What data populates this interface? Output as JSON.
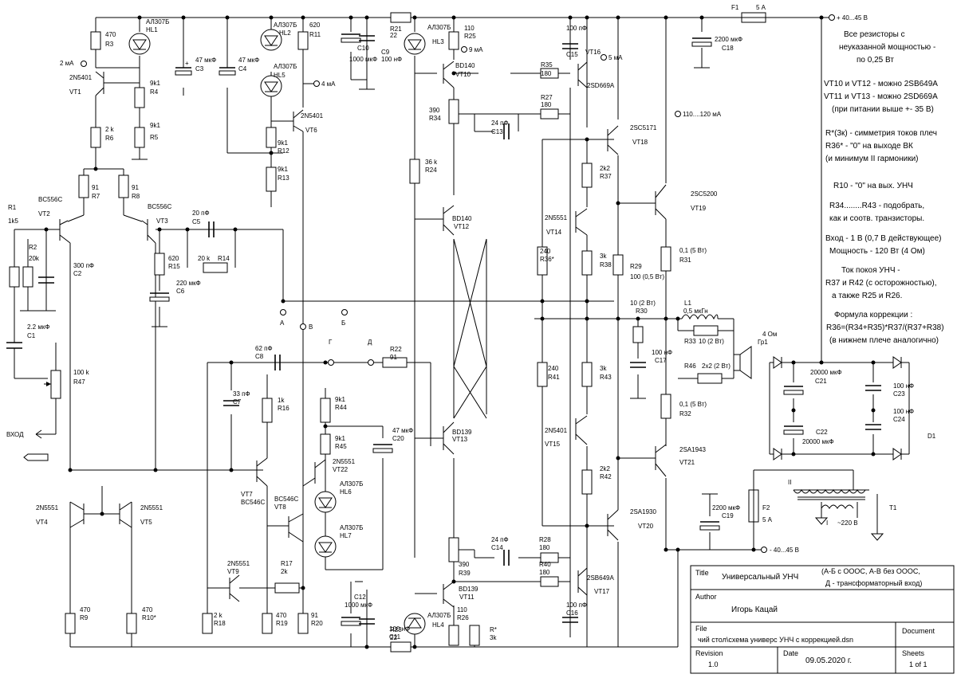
{
  "notes": [
    "Все резисторы с",
    "неуказанной мощностью -",
    "по 0,25 Вт",
    "VT10 и VT12 - можно 2SB649A",
    "VT11 и VT13 - можно 2SD669A",
    "(при питании выше +- 35 В)",
    "R*(3к) - симметрия токов плеч",
    "R36* - \"0\" на выходе ВК",
    "(и минимум II гармоники)",
    "R10 - \"0\" на вых. УНЧ",
    "R34........R43 - подобрать,",
    "как и соотв. транзисторы.",
    "Вход - 1 В (0,7 В действующее)",
    "Мощность - 120 Вт (4 Ом)",
    "Ток покоя УНЧ -",
    "R37 и R42 (с осторожностью),",
    "а также R25 и R26.",
    "Формула коррекции :",
    "R36=(R34+R35)*R37/(R37+R38)",
    "(в нижнем плече аналогично)"
  ],
  "title_block": {
    "title_label": "Title",
    "title_value": "Универсальный УНЧ",
    "title_note_1": "(А-Б с ОООС, А-В без ОООС,",
    "title_note_2": "Д - трансформаторный вход)",
    "author_label": "Author",
    "author_value": "Игорь Кацай",
    "file_label": "File",
    "file_value": "чий стол\\схема универс УНЧ с коррекцией.dsn",
    "document_label": "Document",
    "revision_label": "Revision",
    "revision_value": "1.0",
    "date_label": "Date",
    "date_value": "09.05.2020 г.",
    "sheets_label": "Sheets",
    "sheets_value": "1 of 1"
  },
  "power": {
    "pos_rail": "+ 40...45 В",
    "neg_rail": "- 40...45 В",
    "fuse_top": "F1",
    "fuse_top_value": "5 А",
    "fuse_bottom": "F2",
    "fuse_bottom_value": "5 А",
    "mains": "~220 В",
    "winding_1": "I",
    "winding_2": "II",
    "transformer": "T1",
    "bridge": "D1"
  },
  "annotations": {
    "i_2ma": "2 мА",
    "i_4ma": "4 мА",
    "i_9ma": "9 мА",
    "i_5ma": "5 мА",
    "i_out": "110....120 мА",
    "input": "ВХОД",
    "pt_a": "А",
    "pt_b": "Б",
    "pt_v": "В",
    "pt_g": "Г",
    "pt_d": "Д",
    "speaker": "4 Ом",
    "speaker_ref": "Гр1",
    "coil": "L1",
    "coil_value": "0,5 мкГн"
  },
  "components": {
    "vt1": [
      "2N5401",
      "VT1"
    ],
    "vt2": [
      "BC556C",
      "VT2"
    ],
    "vt3": [
      "BC556C",
      "VT3"
    ],
    "vt4": [
      "2N5551",
      "VT4"
    ],
    "vt5": [
      "2N5551",
      "VT5"
    ],
    "vt6": [
      "2N5401",
      "VT6"
    ],
    "vt7": [
      "VT7",
      "BC546C"
    ],
    "vt8": [
      "BC546C",
      "VT8"
    ],
    "vt9": [
      "2N5551",
      "VT9"
    ],
    "vt10": [
      "BD140",
      "VT10"
    ],
    "vt11": [
      "BD139",
      "VT11"
    ],
    "vt12": [
      "BD140",
      "VT12"
    ],
    "vt13": [
      "BD139",
      "VT13"
    ],
    "vt14": [
      "2N5551",
      "VT14"
    ],
    "vt15": [
      "2N5401",
      "VT15"
    ],
    "vt16": [
      "VT16",
      "2SD669A"
    ],
    "vt17": [
      "2SB649A",
      "VT17"
    ],
    "vt18": [
      "2SC5171",
      "VT18"
    ],
    "vt19": [
      "2SC5200",
      "VT19"
    ],
    "vt20": [
      "2SA1930",
      "VT20"
    ],
    "vt21": [
      "2SA1943",
      "VT21"
    ],
    "vt22": [
      "2N5551",
      "VT22"
    ],
    "hl1": [
      "АЛ307Б",
      "HL1"
    ],
    "hl2": [
      "АЛ307Б",
      "HL2"
    ],
    "hl3": [
      "АЛ307Б",
      "HL3"
    ],
    "hl4": [
      "АЛ307Б",
      "HL4"
    ],
    "hl5": [
      "АЛ307Б",
      "HL5"
    ],
    "hl6": [
      "АЛ307Б",
      "HL6"
    ],
    "hl7": [
      "АЛ307Б",
      "HL7"
    ],
    "r1": [
      "R1",
      "1k5"
    ],
    "r2": [
      "R2",
      "20k"
    ],
    "r3": [
      "470",
      "R3"
    ],
    "r4": [
      "9k1",
      "R4"
    ],
    "r5": [
      "9k1",
      "R5"
    ],
    "r6": [
      "2 k",
      "R6"
    ],
    "r7": [
      "91",
      "R7"
    ],
    "r8": [
      "91",
      "R8"
    ],
    "r9": [
      "470",
      "R9"
    ],
    "r10": [
      "470",
      "R10*"
    ],
    "r11": [
      "620",
      "R11"
    ],
    "r12": [
      "9k1",
      "R12"
    ],
    "r13": [
      "9k1",
      "R13"
    ],
    "r14": [
      "20 k",
      "R14"
    ],
    "r15": [
      "620",
      "R15"
    ],
    "r16": [
      "1k",
      "R16"
    ],
    "r17": [
      "R17",
      "2k"
    ],
    "r18": [
      "2 k",
      "R18"
    ],
    "r19": [
      "470",
      "R19"
    ],
    "r20": [
      "91",
      "R20"
    ],
    "r21": [
      "R21",
      "22"
    ],
    "r22": [
      "R22",
      "91"
    ],
    "r23": [
      "R23",
      "22"
    ],
    "r24": [
      "36 k",
      "R24"
    ],
    "r25": [
      "110",
      "R25"
    ],
    "r26": [
      "110",
      "R26"
    ],
    "r27": [
      "R27",
      "180"
    ],
    "r28": [
      "R28",
      "180"
    ],
    "r29": [
      "R29",
      "100 (0,5 Вт)"
    ],
    "r30": [
      "10 (2 Вт)",
      "R30"
    ],
    "r31": [
      "0,1 (5 Вт)",
      "R31"
    ],
    "r32": [
      "0,1 (5 Вт)",
      "R32"
    ],
    "r33": [
      "R33",
      "10 (2 Вт)"
    ],
    "r34": [
      "390",
      "R34"
    ],
    "r35": [
      "R35",
      "180"
    ],
    "r36": [
      "240",
      "R36*"
    ],
    "r37": [
      "2k2",
      "R37"
    ],
    "r38": [
      "3k",
      "R38"
    ],
    "r39": [
      "390",
      "R39"
    ],
    "r40": [
      "R40",
      "180"
    ],
    "r41": [
      "240",
      "R41"
    ],
    "r42": [
      "2k2",
      "R42"
    ],
    "r43": [
      "3k",
      "R43"
    ],
    "r44": [
      "9k1",
      "R44"
    ],
    "r45": [
      "9k1",
      "R45"
    ],
    "r46": [
      "R46",
      "2x2 (2 Вт)"
    ],
    "r47": [
      "100 k",
      "R47"
    ],
    "rstar": [
      "R*",
      "3k"
    ],
    "c1": [
      "2.2 мкФ",
      "C1"
    ],
    "c2": [
      "300 пФ",
      "C2"
    ],
    "c3": [
      "47 мкФ",
      "C3"
    ],
    "c4": [
      "47 мкФ",
      "C4"
    ],
    "c5": [
      "20 пФ",
      "C5"
    ],
    "c6": [
      "220 мкФ",
      "C6"
    ],
    "c7": [
      "33 пФ",
      "C7"
    ],
    "c8": [
      "62 пФ",
      "C8"
    ],
    "c9": [
      "C9",
      "100 нФ"
    ],
    "c10": [
      "C10",
      "1000 мкФ"
    ],
    "c11": [
      "100 нФ",
      "C11"
    ],
    "c12": [
      "C12",
      "1000 мкФ"
    ],
    "c13": [
      "24 пФ",
      "C13"
    ],
    "c14": [
      "24 пФ",
      "C14"
    ],
    "c15": [
      "100 пФ",
      "C15"
    ],
    "c16": [
      "100 пФ",
      "C16"
    ],
    "c17": [
      "100 нФ",
      "C17"
    ],
    "c18": [
      "2200 мкФ",
      "C18"
    ],
    "c19": [
      "2200 мкФ",
      "C19"
    ],
    "c20": [
      "47 мкФ",
      "C20"
    ],
    "c21": [
      "20000 мкФ",
      "C21"
    ],
    "c22": [
      "C22",
      "20000 мкФ"
    ],
    "c23": [
      "100 нФ",
      "C23"
    ],
    "c24": [
      "100 нФ",
      "C24"
    ]
  }
}
